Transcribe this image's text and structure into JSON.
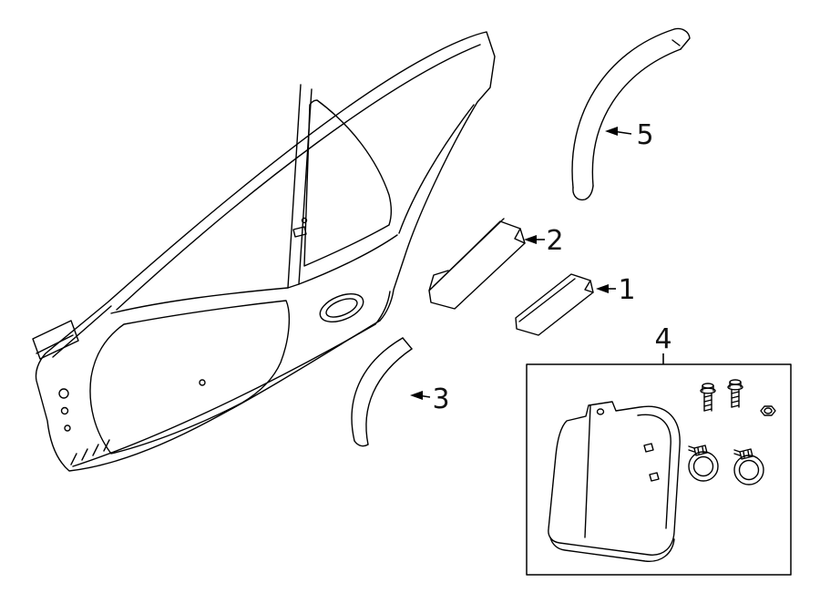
{
  "diagram": {
    "type": "exploded-parts-line-diagram",
    "colors": {
      "background": "#ffffff",
      "line": "#000000",
      "label_text": "#111111"
    },
    "callouts": {
      "c1": "1",
      "c2": "2",
      "c3": "3",
      "c4": "4",
      "c5": "5"
    }
  }
}
